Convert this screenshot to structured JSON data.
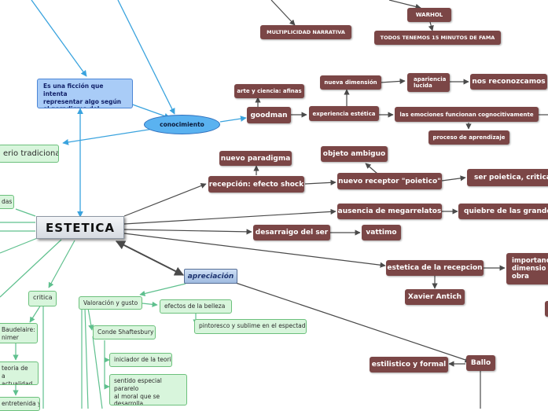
{
  "central": "ESTETICA",
  "conocimiento": "conocimiento",
  "ficcion": "Es una ficción que intenta\nrepresentar algo según\nel paradigma del momento",
  "criterio": "erio tradicional",
  "apreciacion": "apreciación",
  "top": {
    "multiplicidad": "MULTIPLICIDAD NARRATIVA",
    "warhol": "WARHOL",
    "fama": "TODOS TENEMOS 15 MINUTOS DE FAMA"
  },
  "goodman_branch": {
    "goodman": "goodman",
    "arte_ciencia": "arte y ciencia: afinas",
    "experiencia": "experiencia estética",
    "nueva_dimension": "nueva dimensión",
    "apariencia": "apariencia\nlucida",
    "reconozcamos": "nos reconozcamos",
    "emociones": "las emociones funcionan cognocitivamente",
    "proceso": "proceso de aprendizaje"
  },
  "recepcion_branch": {
    "recepcion": "recepción: efecto shock",
    "paradigma": "nuevo paradigma",
    "objeto": "objeto ambiguo",
    "receptor": "nuevo receptor \"poietico\"",
    "poietica": "ser poietica, critica, c",
    "megarrelatos": "ausencia de megarrelatos",
    "quiebre": "quiebre de las grandes i",
    "desarraigo": "desarraigo del ser",
    "vattimo": "vattimo",
    "estetica_recepcion": "estetica de la recepcion",
    "antich": "Xavier Antich",
    "importancia": "importanc\ndimensio\nobra",
    "ballo": "Ballo",
    "estilistico": "estilistico y formal"
  },
  "left": {
    "das": "das",
    "critica": "critica",
    "baudelaire": "Baudelaire:\nnimer critico",
    "teoria": "teoria de\na actualidad",
    "entretenida": "entretenida y"
  },
  "apreciacion_branch": {
    "valoracion": "Valoración y  gusto",
    "belleza": "efectos de la belleza",
    "pintoresco": "pintoresco y sublime en el espectador",
    "shaftesbury": "Conde Shaftesbury",
    "iniciador": "iniciador de la teoria",
    "sentido": "sentido especial pararelo\nal moral que se desarrolla\ncon estudio y ejercicio"
  },
  "colors": {
    "brown": "#7b4646",
    "green_fill": "#d8f5dc",
    "green_border": "#6cc07c",
    "blue_line": "#3aa3de",
    "dark_line": "#4a4a4a",
    "green_line": "#5fc08e"
  }
}
